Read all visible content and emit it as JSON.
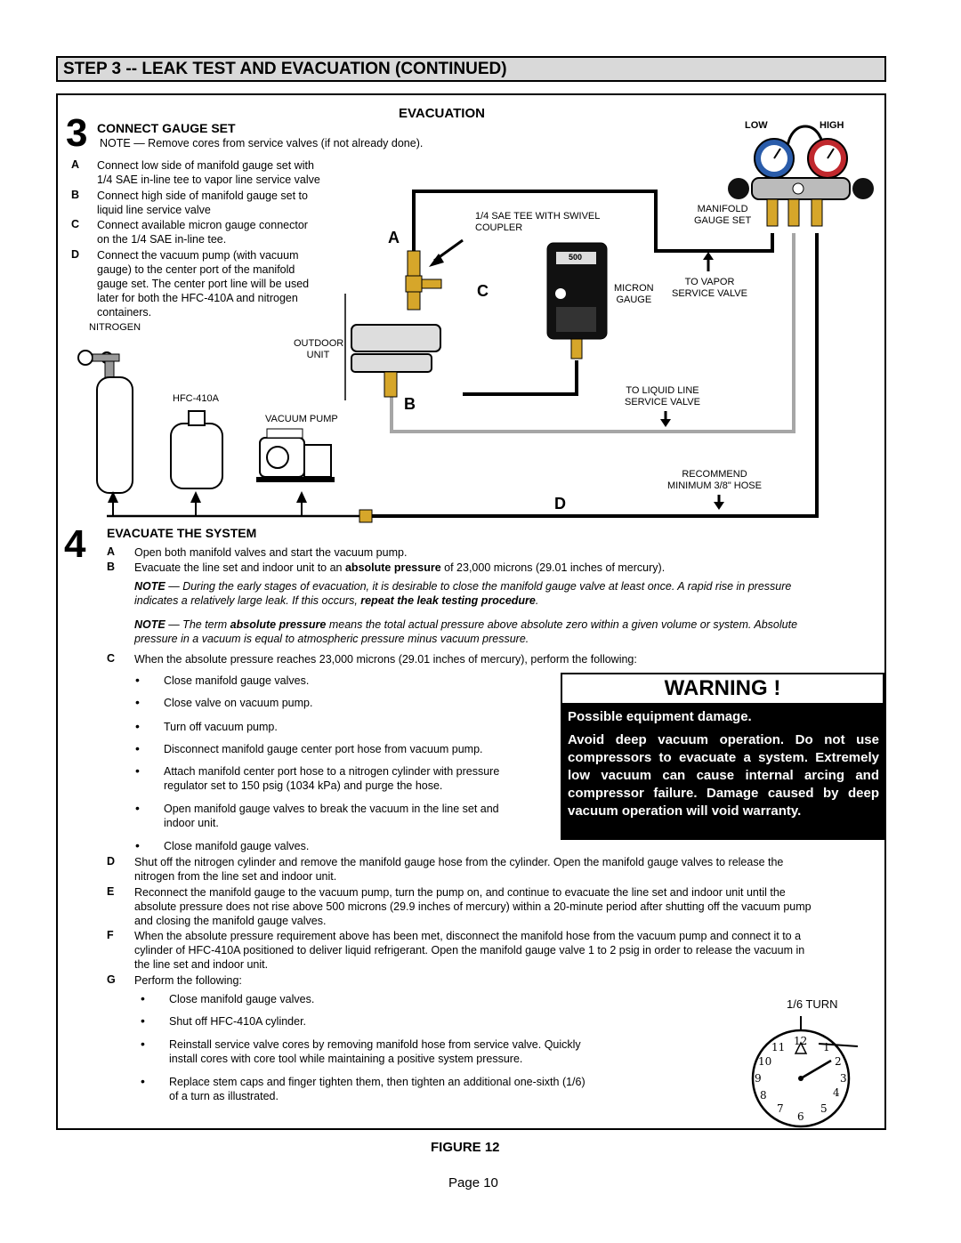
{
  "header": {
    "title": "STEP 3 -- LEAK TEST AND EVACUATION (CONTINUED)"
  },
  "diagram": {
    "heading": "EVACUATION",
    "step_number": "3",
    "step_title": "CONNECT GAUGE SET",
    "note_label": "NOTE",
    "note_text": " — Remove cores from service valves (if not already done).",
    "items": [
      {
        "letter": "A",
        "line1": "Connect low side of manifold gauge set with",
        "line2": "1/4 SAE in-line tee to vapor line service valve"
      },
      {
        "letter": "B",
        "line1": "Connect high side of manifold gauge set to",
        "line2": "liquid line service valve"
      },
      {
        "letter": "C",
        "line1": "Connect available micron gauge connector",
        "line2": "on the 1/4 SAE in-line tee."
      },
      {
        "letter": "D",
        "line1": "Connect the vacuum pump (with vacuum",
        "line2": "gauge) to the center port of the manifold",
        "line3": "gauge set. The center port line will be used",
        "line4": "later for both the HFC-410A and nitrogen",
        "line5": "containers."
      }
    ],
    "labels": {
      "low": "LOW",
      "high": "HIGH",
      "tee1": "1/4 SAE TEE WITH SWIVEL",
      "tee2": "COUPLER",
      "manifold1": "MANIFOLD",
      "manifold2": "GAUGE SET",
      "micron1": "MICRON",
      "micron2": "GAUGE",
      "vapor1": "TO VAPOR",
      "vapor2": "SERVICE VALVE",
      "liquid1": "TO LIQUID LINE",
      "liquid2": "SERVICE VALVE",
      "recommend1": "RECOMMEND",
      "recommend2": "MINIMUM 3/8\" HOSE",
      "nitrogen": "NITROGEN",
      "outdoor1": "OUTDOOR",
      "outdoor2": "UNIT",
      "hfc": "HFC-410A",
      "vacuum_pump": "VACUUM PUMP",
      "micron_display": "500",
      "A": "A",
      "B": "B",
      "C": "C",
      "D": "D"
    }
  },
  "step4": {
    "number": "4",
    "title": "EVACUATE THE SYSTEM",
    "a": "Open both manifold valves and start the vacuum pump.",
    "b_pre": "Evacuate the line set and indoor unit to an ",
    "b_bold": "absolute pressure",
    "b_post": " of 23,000 microns (29.01 inches of mercury).",
    "note1_line1": "During the early stages of evacuation, it is desirable to close the manifold gauge valve at least once. A rapid rise in pressure",
    "note1_line2_pre": "indicates a relatively large leak. If this occurs, ",
    "note1_line2_bold": "repeat the leak testing procedure",
    "note1_line2_post": ".",
    "note2_line1_pre": " — The term ",
    "note2_line1_bold": "absolute pressure",
    "note2_line1_post": " means the total actual pressure above absolute zero within a given volume or system. Absolute",
    "note2_line2": "pressure in a vacuum is equal to atmospheric pressure minus vacuum pressure.",
    "note_label": "NOTE",
    "note_dash": " — ",
    "c": "When the absolute pressure reaches 23,000 microns (29.01 inches of mercury), perform the following:",
    "c_bullets": {
      "b1": "Close manifold gauge valves.",
      "b2": "Close valve on vacuum pump.",
      "b3": "Turn off vacuum pump.",
      "b4": "Disconnect manifold gauge center port hose from vacuum pump.",
      "b5_1": "Attach manifold center port hose to a nitrogen cylinder with pressure",
      "b5_2": "regulator set to 150 psig (1034 kPa) and purge the hose.",
      "b6_1": "Open manifold gauge valves to break the vacuum in the line set and",
      "b6_2": "indoor unit.",
      "b7": "Close manifold gauge valves."
    },
    "d_1": "Shut off the nitrogen cylinder and remove the manifold gauge hose from the cylinder. Open the manifold gauge valves to release the",
    "d_2": "nitrogen from the line set and indoor unit.",
    "e_1": "Reconnect the manifold gauge to the vacuum pump, turn the pump on, and continue to evacuate the line set and indoor unit until the",
    "e_2": "absolute pressure does not rise above 500 microns (29.9 inches of mercury) within a 20-minute period after shutting off the vacuum pump",
    "e_3": "and closing the manifold gauge valves.",
    "f_1": "When the absolute pressure requirement above has been met, disconnect the manifold hose from the vacuum pump and connect it to a",
    "f_2": "cylinder of HFC-410A positioned to deliver liquid refrigerant. Open the manifold gauge valve 1 to 2 psig in order to release the vacuum in",
    "f_3": "the line set and indoor unit.",
    "g": "Perform the following:",
    "g_bullets": {
      "b1": "Close manifold gauge valves.",
      "b2": "Shut off HFC-410A cylinder.",
      "b3_1": "Reinstall service valve cores by removing manifold hose from service valve. Quickly",
      "b3_2": "install cores with core tool while maintaining a positive system pressure.",
      "b4_1": "Replace stem caps and finger tighten them, then tighten an additional one-sixth (1/6)",
      "b4_2": "of a turn as illustrated."
    },
    "letters": {
      "A": "A",
      "B": "B",
      "C": "C",
      "D": "D",
      "E": "E",
      "F": "F",
      "G": "G"
    },
    "bullet": "•"
  },
  "warning": {
    "title": "WARNING !",
    "subtitle": "Possible equipment damage.",
    "body": "Avoid deep vacuum operation. Do not use compressors to evacuate a system. Extremely low vacuum can cause internal arcing and compressor failure. Damage caused by deep vacuum operation will void warranty."
  },
  "clock": {
    "label": "1/6 TURN",
    "numbers": [
      "12",
      "1",
      "2",
      "3",
      "4",
      "5",
      "6",
      "7",
      "8",
      "9",
      "10",
      "11"
    ]
  },
  "figure_caption": "FIGURE 12",
  "page": "Page 10",
  "colors": {
    "hose_black": "#000000",
    "hose_gray": "#a6a6a6",
    "low_gauge": "#2a5caa",
    "high_gauge": "#c0282d"
  }
}
